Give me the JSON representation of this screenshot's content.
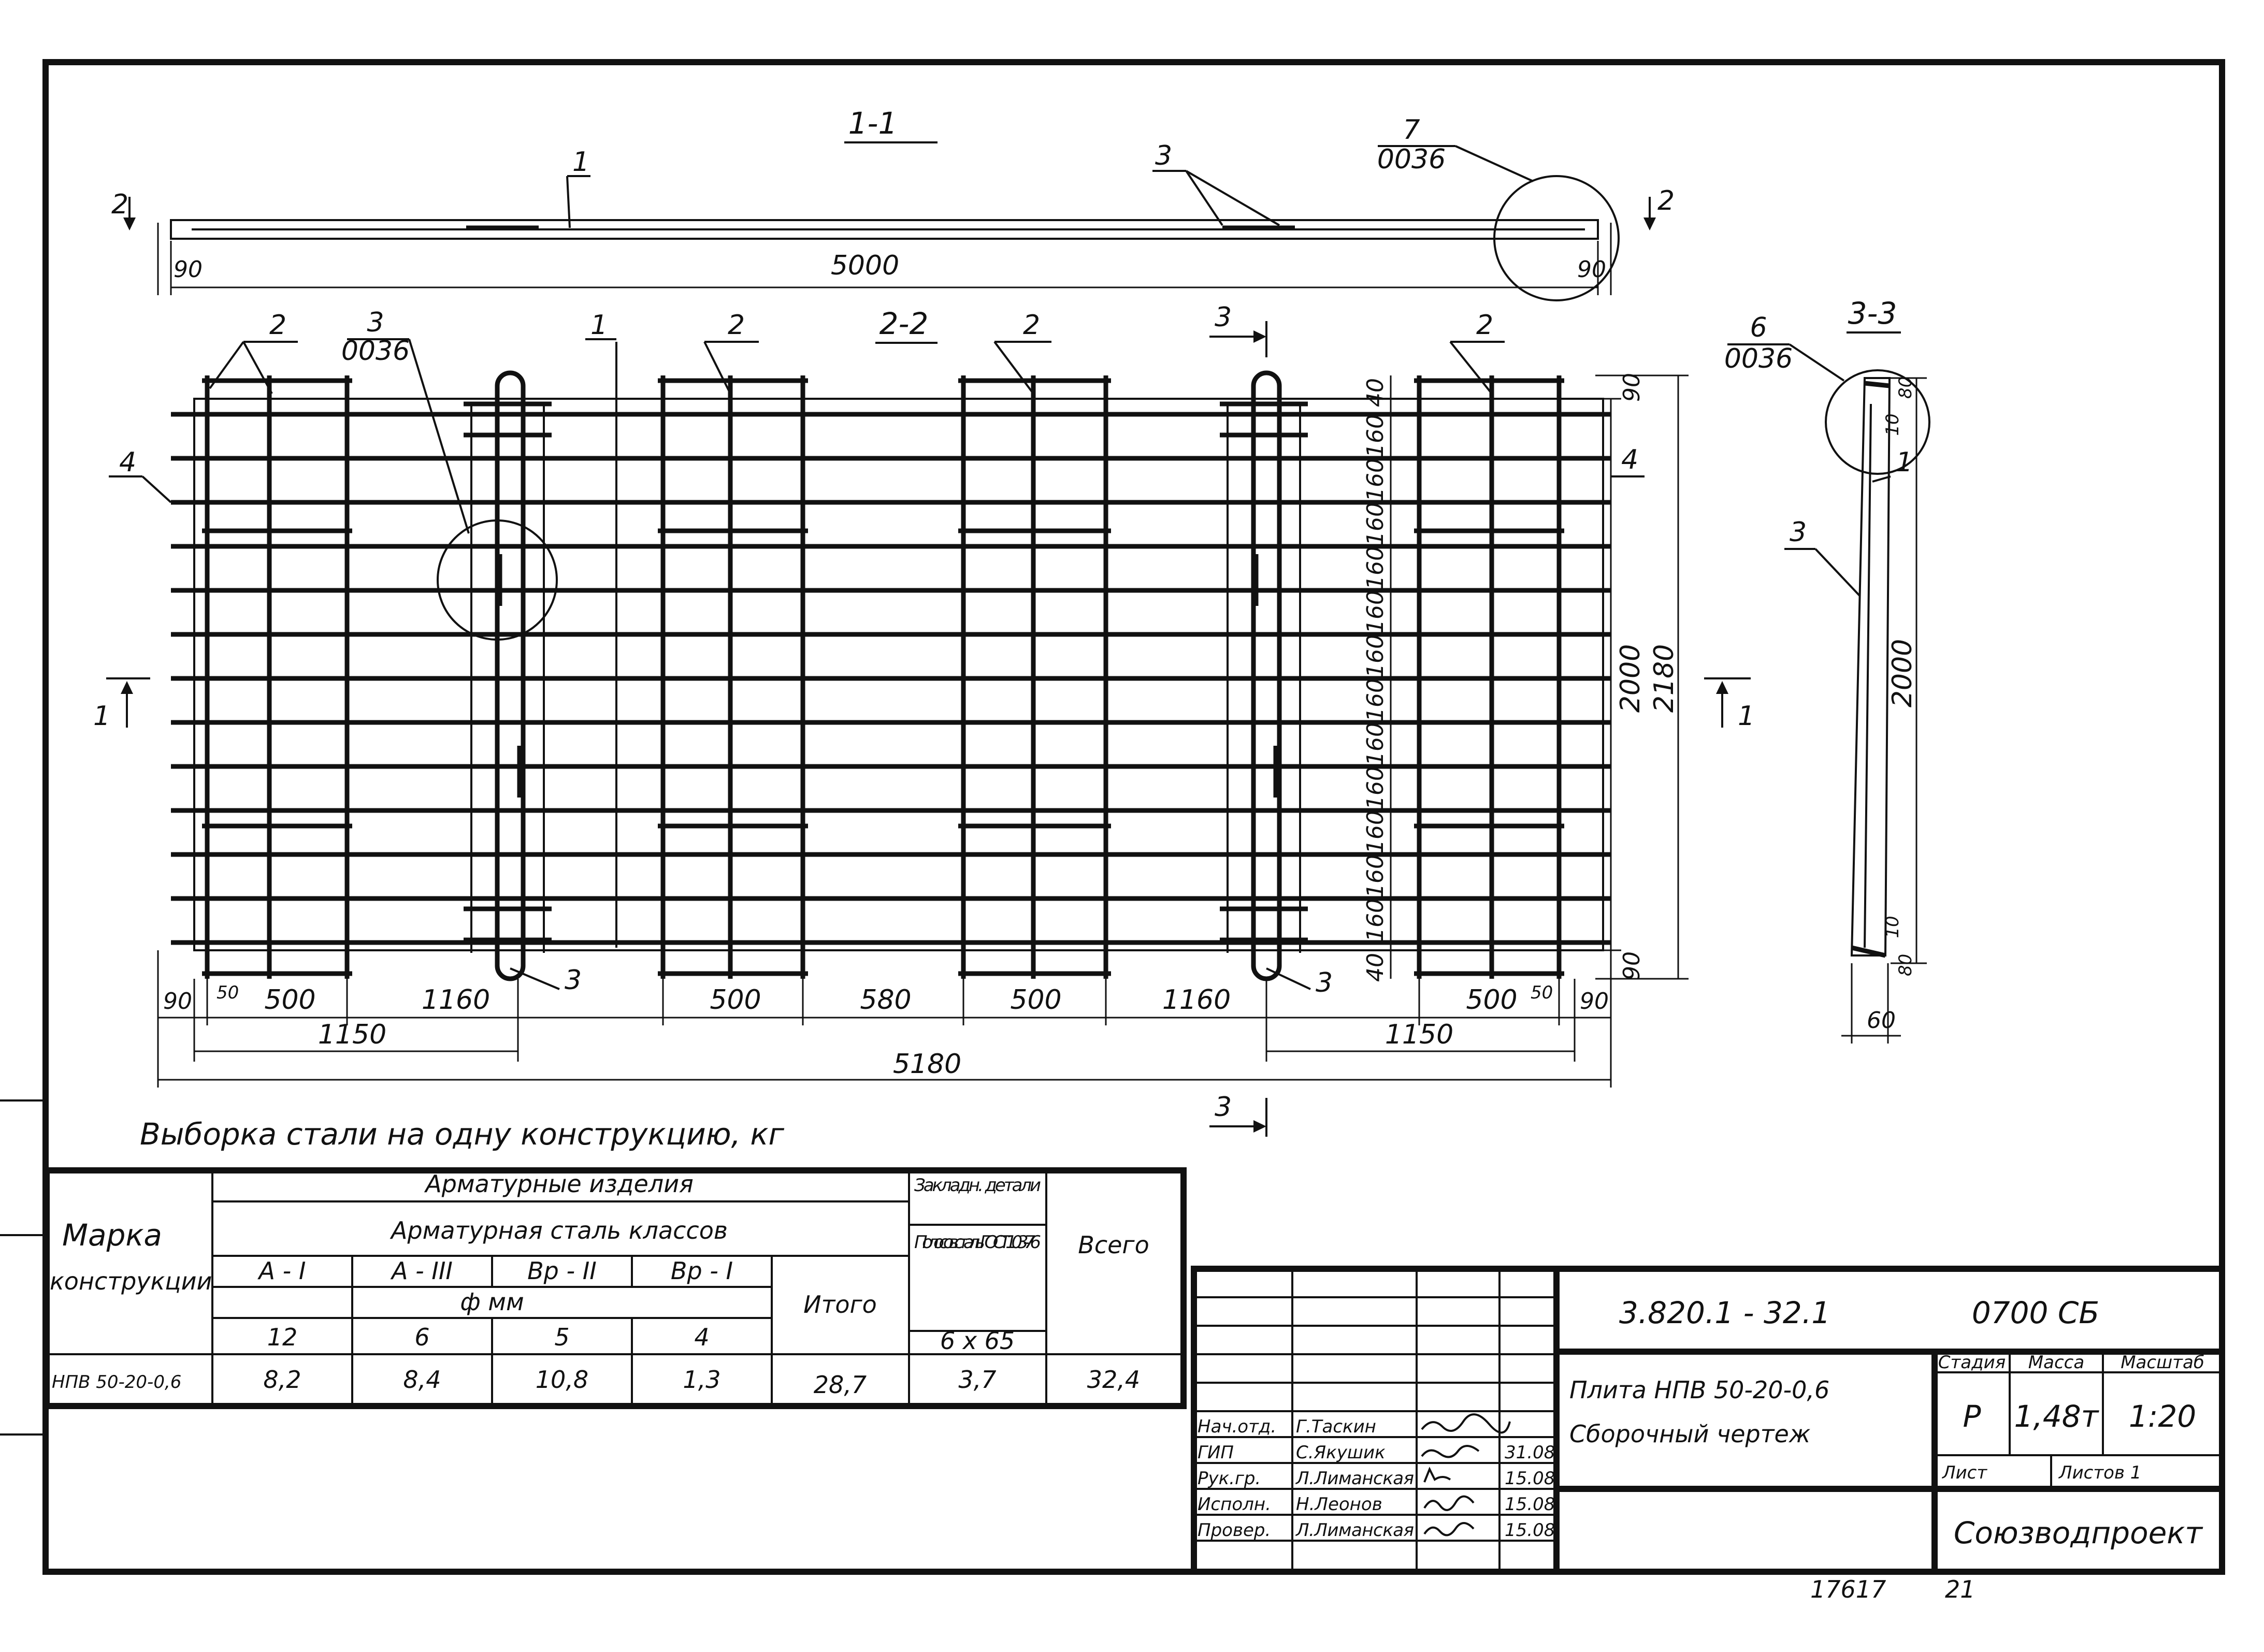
{
  "sections": {
    "s11": "1-1",
    "s22": "2-2",
    "s33": "3-3",
    "cut1": "1",
    "cut2": "2",
    "cut3": "3"
  },
  "callouts": {
    "c7": "7",
    "c7ref": "0036",
    "c3ref_num": "3",
    "c3ref": "0036",
    "c6": "6",
    "c6ref": "0036",
    "p1": "1",
    "p2": "2",
    "p3": "3",
    "p4": "4"
  },
  "dims": {
    "d5000": "5000",
    "d90": "90",
    "d50": "50",
    "d500": "500",
    "d1160": "1160",
    "d580": "580",
    "d1150": "1150",
    "d5180": "5180",
    "d40": "40",
    "d160": "160",
    "d2000": "2000",
    "d2180": "2180",
    "d10": "10",
    "d60": "60"
  },
  "steel_caption": "Выборка стали на одну  конструкцию, кг",
  "steel_table": {
    "col_mark": "Марка",
    "col_mark2": "конструкции",
    "h_armature": "Арматурные   изделия",
    "h_steel": "Арматурная    сталь    классов",
    "h_classes": [
      "A - I",
      "A - III",
      "Bp - II",
      "Bp - I"
    ],
    "h_phi": "ф мм",
    "h_diams": [
      "12",
      "6",
      "5",
      "4"
    ],
    "h_total": "Итого",
    "h_embedded": "Закладн. детали",
    "h_strip": "Полосов. сталь ГОСТ 103-76",
    "h_strip_size": "6 x 65",
    "h_all": "Всего",
    "row": {
      "mark": "НПВ 50-20-0,6",
      "v1": "8,2",
      "v2": "8,4",
      "v3": "10,8",
      "v4": "1,3",
      "total": "28,7",
      "embedded": "3,7",
      "all": "32,4"
    }
  },
  "title_block": {
    "code": "3.820.1 - 32.1",
    "sheet_code": "0700 СБ",
    "name1": "Плита НПВ 50-20-0,6",
    "name2": "Сборочный  чертеж",
    "stage_h": "Стадия",
    "mass_h": "Масса",
    "scale_h": "Масштаб",
    "stage": "Р",
    "mass": "1,48т",
    "scale": "1:20",
    "sheet_h": "Лист",
    "sheets_h": "Листов 1",
    "org": "Союзводпроект",
    "roles": [
      "Нач.отд.",
      "ГИП",
      "Рук.гр.",
      "Исполн.",
      "Провер."
    ],
    "names": [
      "Г.Таскин",
      "С.Якушик",
      "Л.Лиманская",
      "Н.Леонов",
      "Л.Лиманская"
    ],
    "dates": [
      "",
      "31.08",
      "15.08",
      "15.08",
      "15.08"
    ]
  },
  "footer": {
    "inv": "17617",
    "page": "21"
  }
}
